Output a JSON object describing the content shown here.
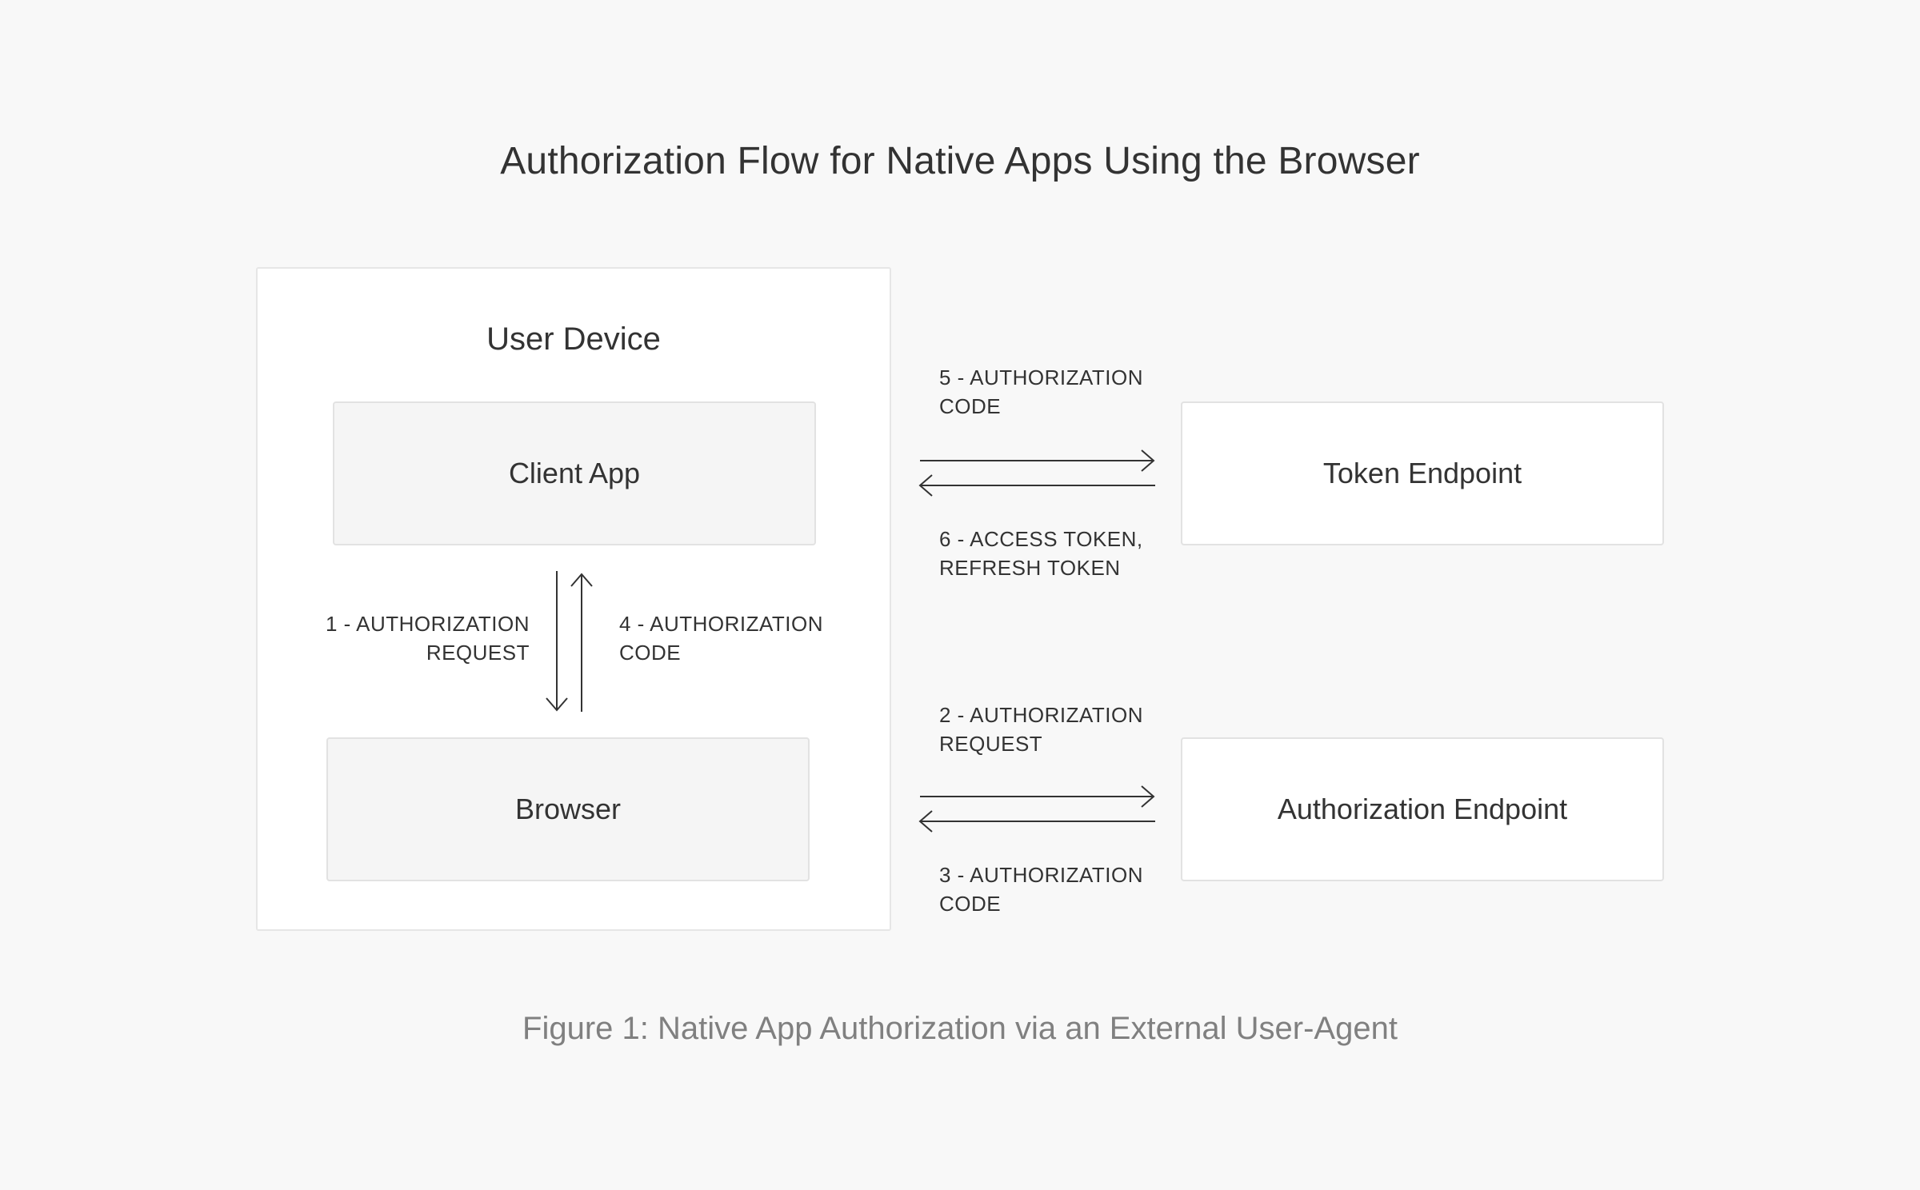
{
  "title": "Authorization Flow for Native Apps Using the Browser",
  "caption": "Figure 1: Native App Authorization via an External User-Agent",
  "device": {
    "title": "User Device",
    "client_app": "Client App",
    "browser": "Browser"
  },
  "endpoints": {
    "token": "Token Endpoint",
    "authorization": "Authorization Endpoint"
  },
  "steps": {
    "s1": [
      "1 - AUTHORIZATION",
      "REQUEST"
    ],
    "s2": [
      "2 - AUTHORIZATION",
      "REQUEST"
    ],
    "s3": [
      "3 - AUTHORIZATION",
      "CODE"
    ],
    "s4": [
      "4 - AUTHORIZATION",
      "CODE"
    ],
    "s5": [
      "5 - AUTHORIZATION",
      "CODE"
    ],
    "s6": [
      "6 - ACCESS TOKEN,",
      "REFRESH TOKEN"
    ]
  }
}
